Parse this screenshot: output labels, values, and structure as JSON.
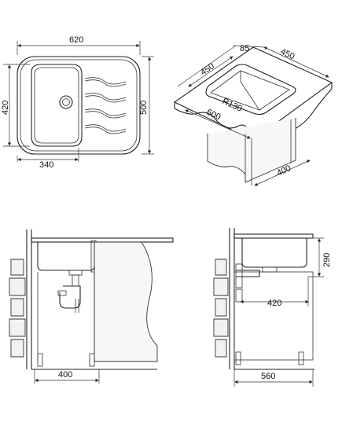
{
  "top_view": {
    "width_label": "620",
    "height_label": "420",
    "depth_label": "500",
    "offset_label": "340"
  },
  "iso_view": {
    "rim_label": "85",
    "bowl_width_label": "450",
    "bowl_depth_label": "450",
    "radius_label": "R130",
    "length_label": "600",
    "cabinet_label": "400"
  },
  "front_view": {
    "cabinet_label": "400"
  },
  "side_view": {
    "height_label": "290",
    "drain_label": "420",
    "depth_label": "560"
  }
}
